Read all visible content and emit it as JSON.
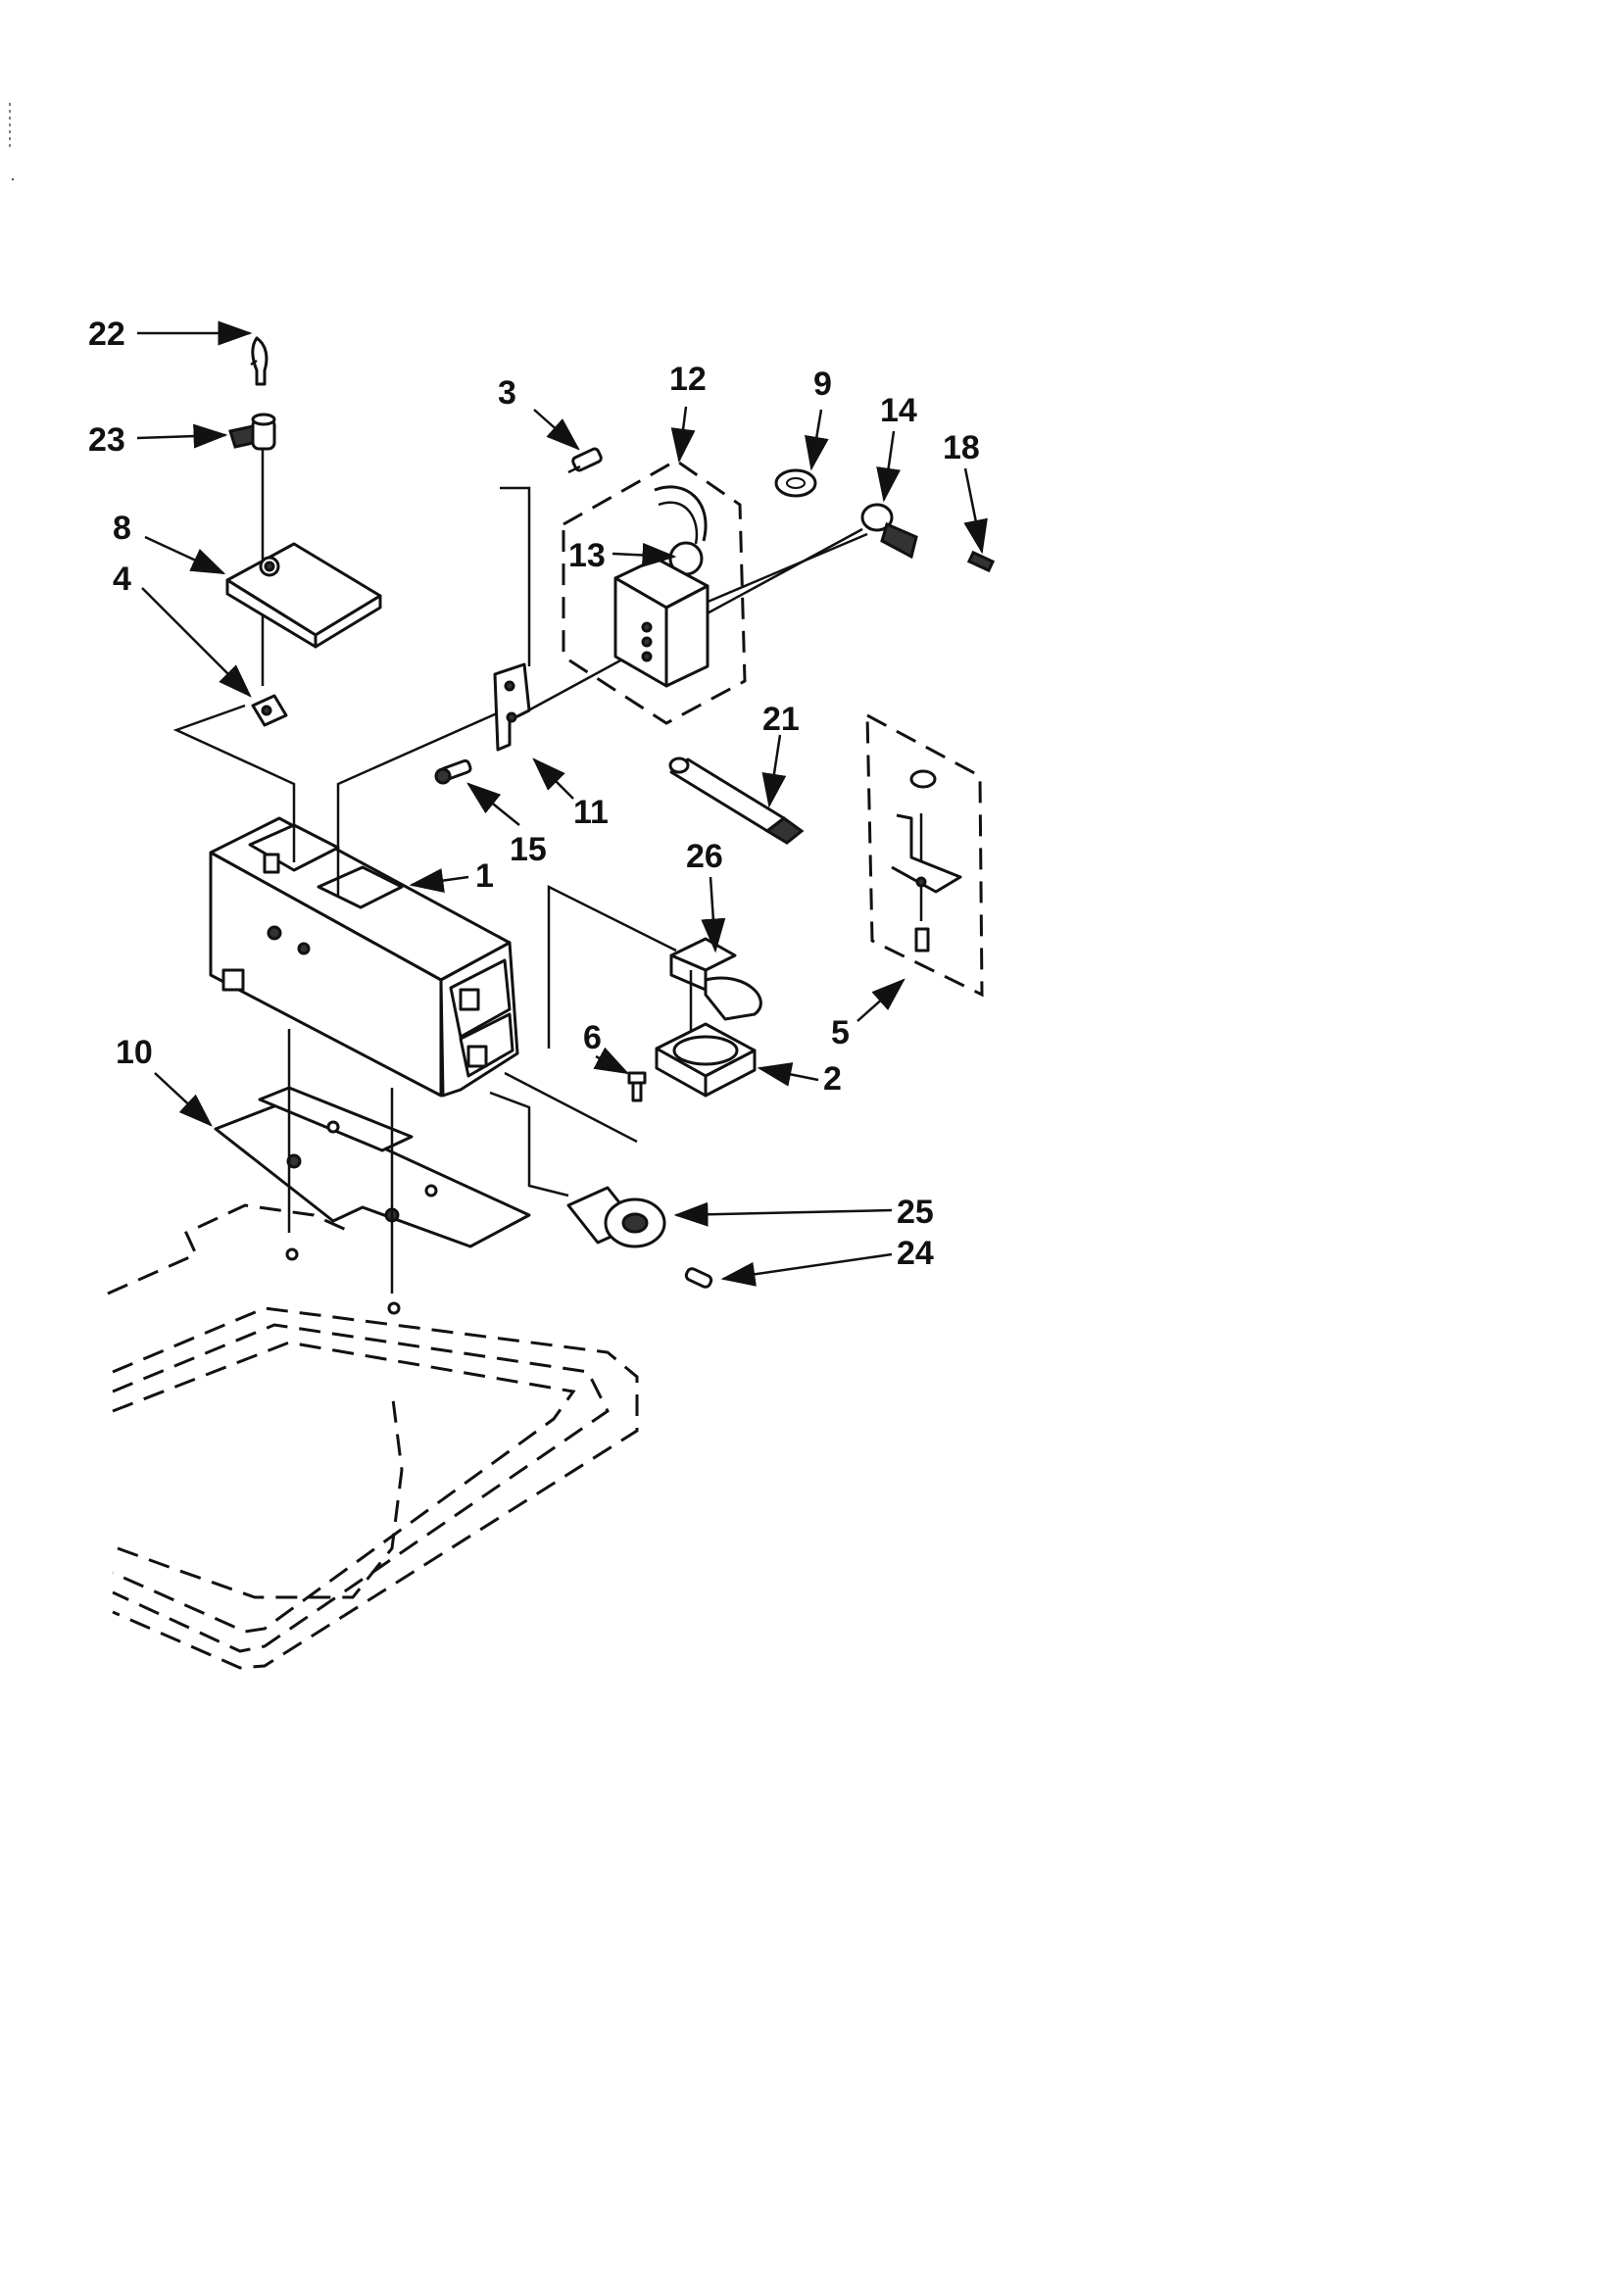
{
  "diagram": {
    "callouts": [
      "22",
      "23",
      "8",
      "4",
      "3",
      "12",
      "9",
      "14",
      "18",
      "13",
      "11",
      "15",
      "21",
      "1",
      "26",
      "5",
      "6",
      "2",
      "10",
      "25",
      "24"
    ]
  }
}
